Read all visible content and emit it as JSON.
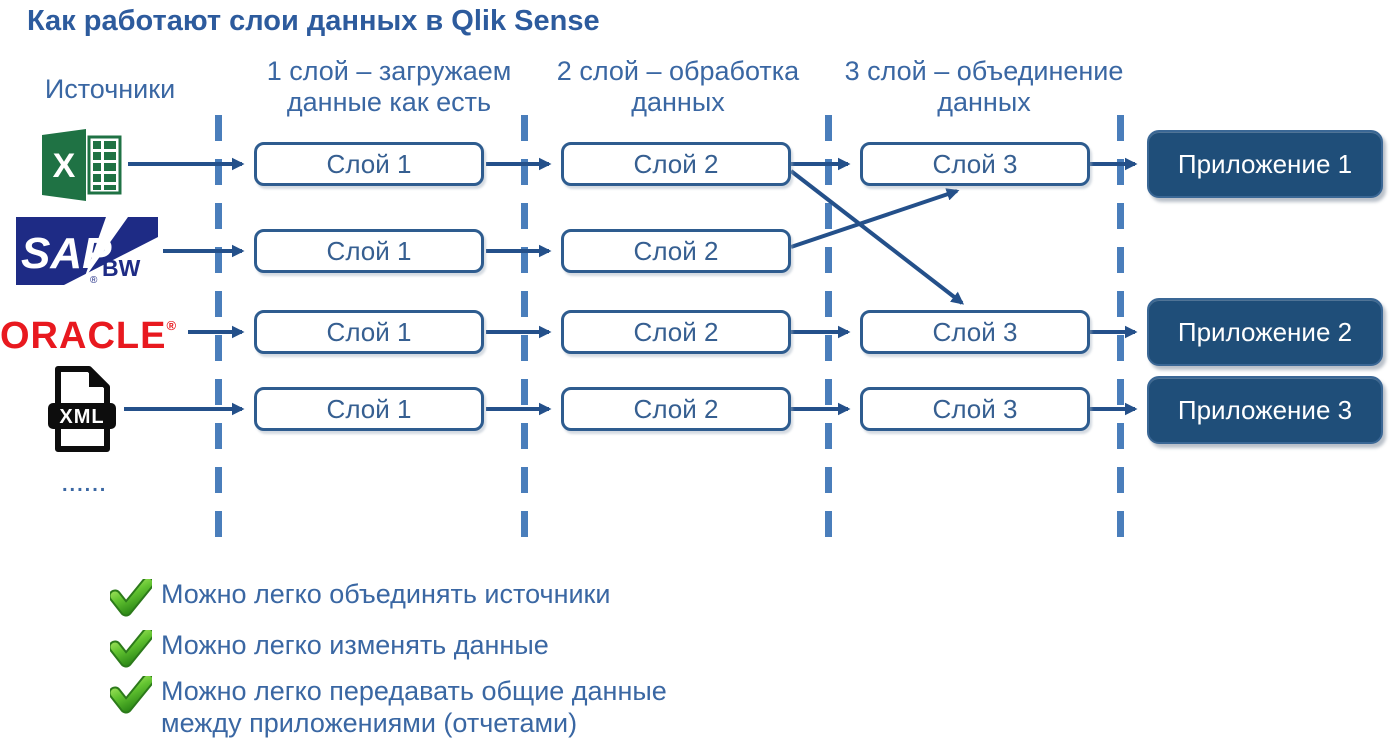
{
  "title": "Как работают слои данных в Qlik Sense",
  "headers": {
    "sources": "Источники",
    "layer1": "1 слой – загружаем данные как есть",
    "layer2": "2 слой – обработка данных",
    "layer3": "3 слой – объединение данных"
  },
  "sources": {
    "excel": {
      "name": "Excel",
      "letter": "X"
    },
    "sap": {
      "name": "SAP BW",
      "text": "SAP",
      "sub": "BW",
      "reg": "®"
    },
    "oracle": {
      "name": "Oracle",
      "text": "ORACLE",
      "reg": "®"
    },
    "xml": {
      "name": "XML",
      "text": "XML"
    },
    "more": "......"
  },
  "rows": [
    {
      "layer1": "Слой 1",
      "layer2": "Слой 2",
      "layer3": "Слой 3",
      "app": "Приложение 1"
    },
    {
      "layer1": "Слой 1",
      "layer2": "Слой 2"
    },
    {
      "layer1": "Слой 1",
      "layer2": "Слой 2",
      "layer3": "Слой 3",
      "app": "Приложение 2"
    },
    {
      "layer1": "Слой 1",
      "layer2": "Слой 2",
      "layer3": "Слой 3",
      "app": "Приложение 3"
    }
  ],
  "benefits": [
    "Можно легко объединять источники",
    "Можно легко изменять данные",
    "Можно легко передавать общие данные между приложениями (отчетами)"
  ],
  "colors": {
    "title_blue": "#2d5b9d",
    "text_blue": "#3a67a3",
    "box_border_blue": "#2e5c8f",
    "box_text_blue": "#365f91",
    "arrow_navy": "#24508a",
    "dashed_line_blue": "#4a7ebb",
    "app_fill_navy": "#1f4e79",
    "check_green": "#4ca627",
    "excel_green": "#1f7244",
    "sap_navy": "#1e2b85",
    "oracle_red": "#e8191f",
    "xml_black": "#0d0d0d"
  }
}
